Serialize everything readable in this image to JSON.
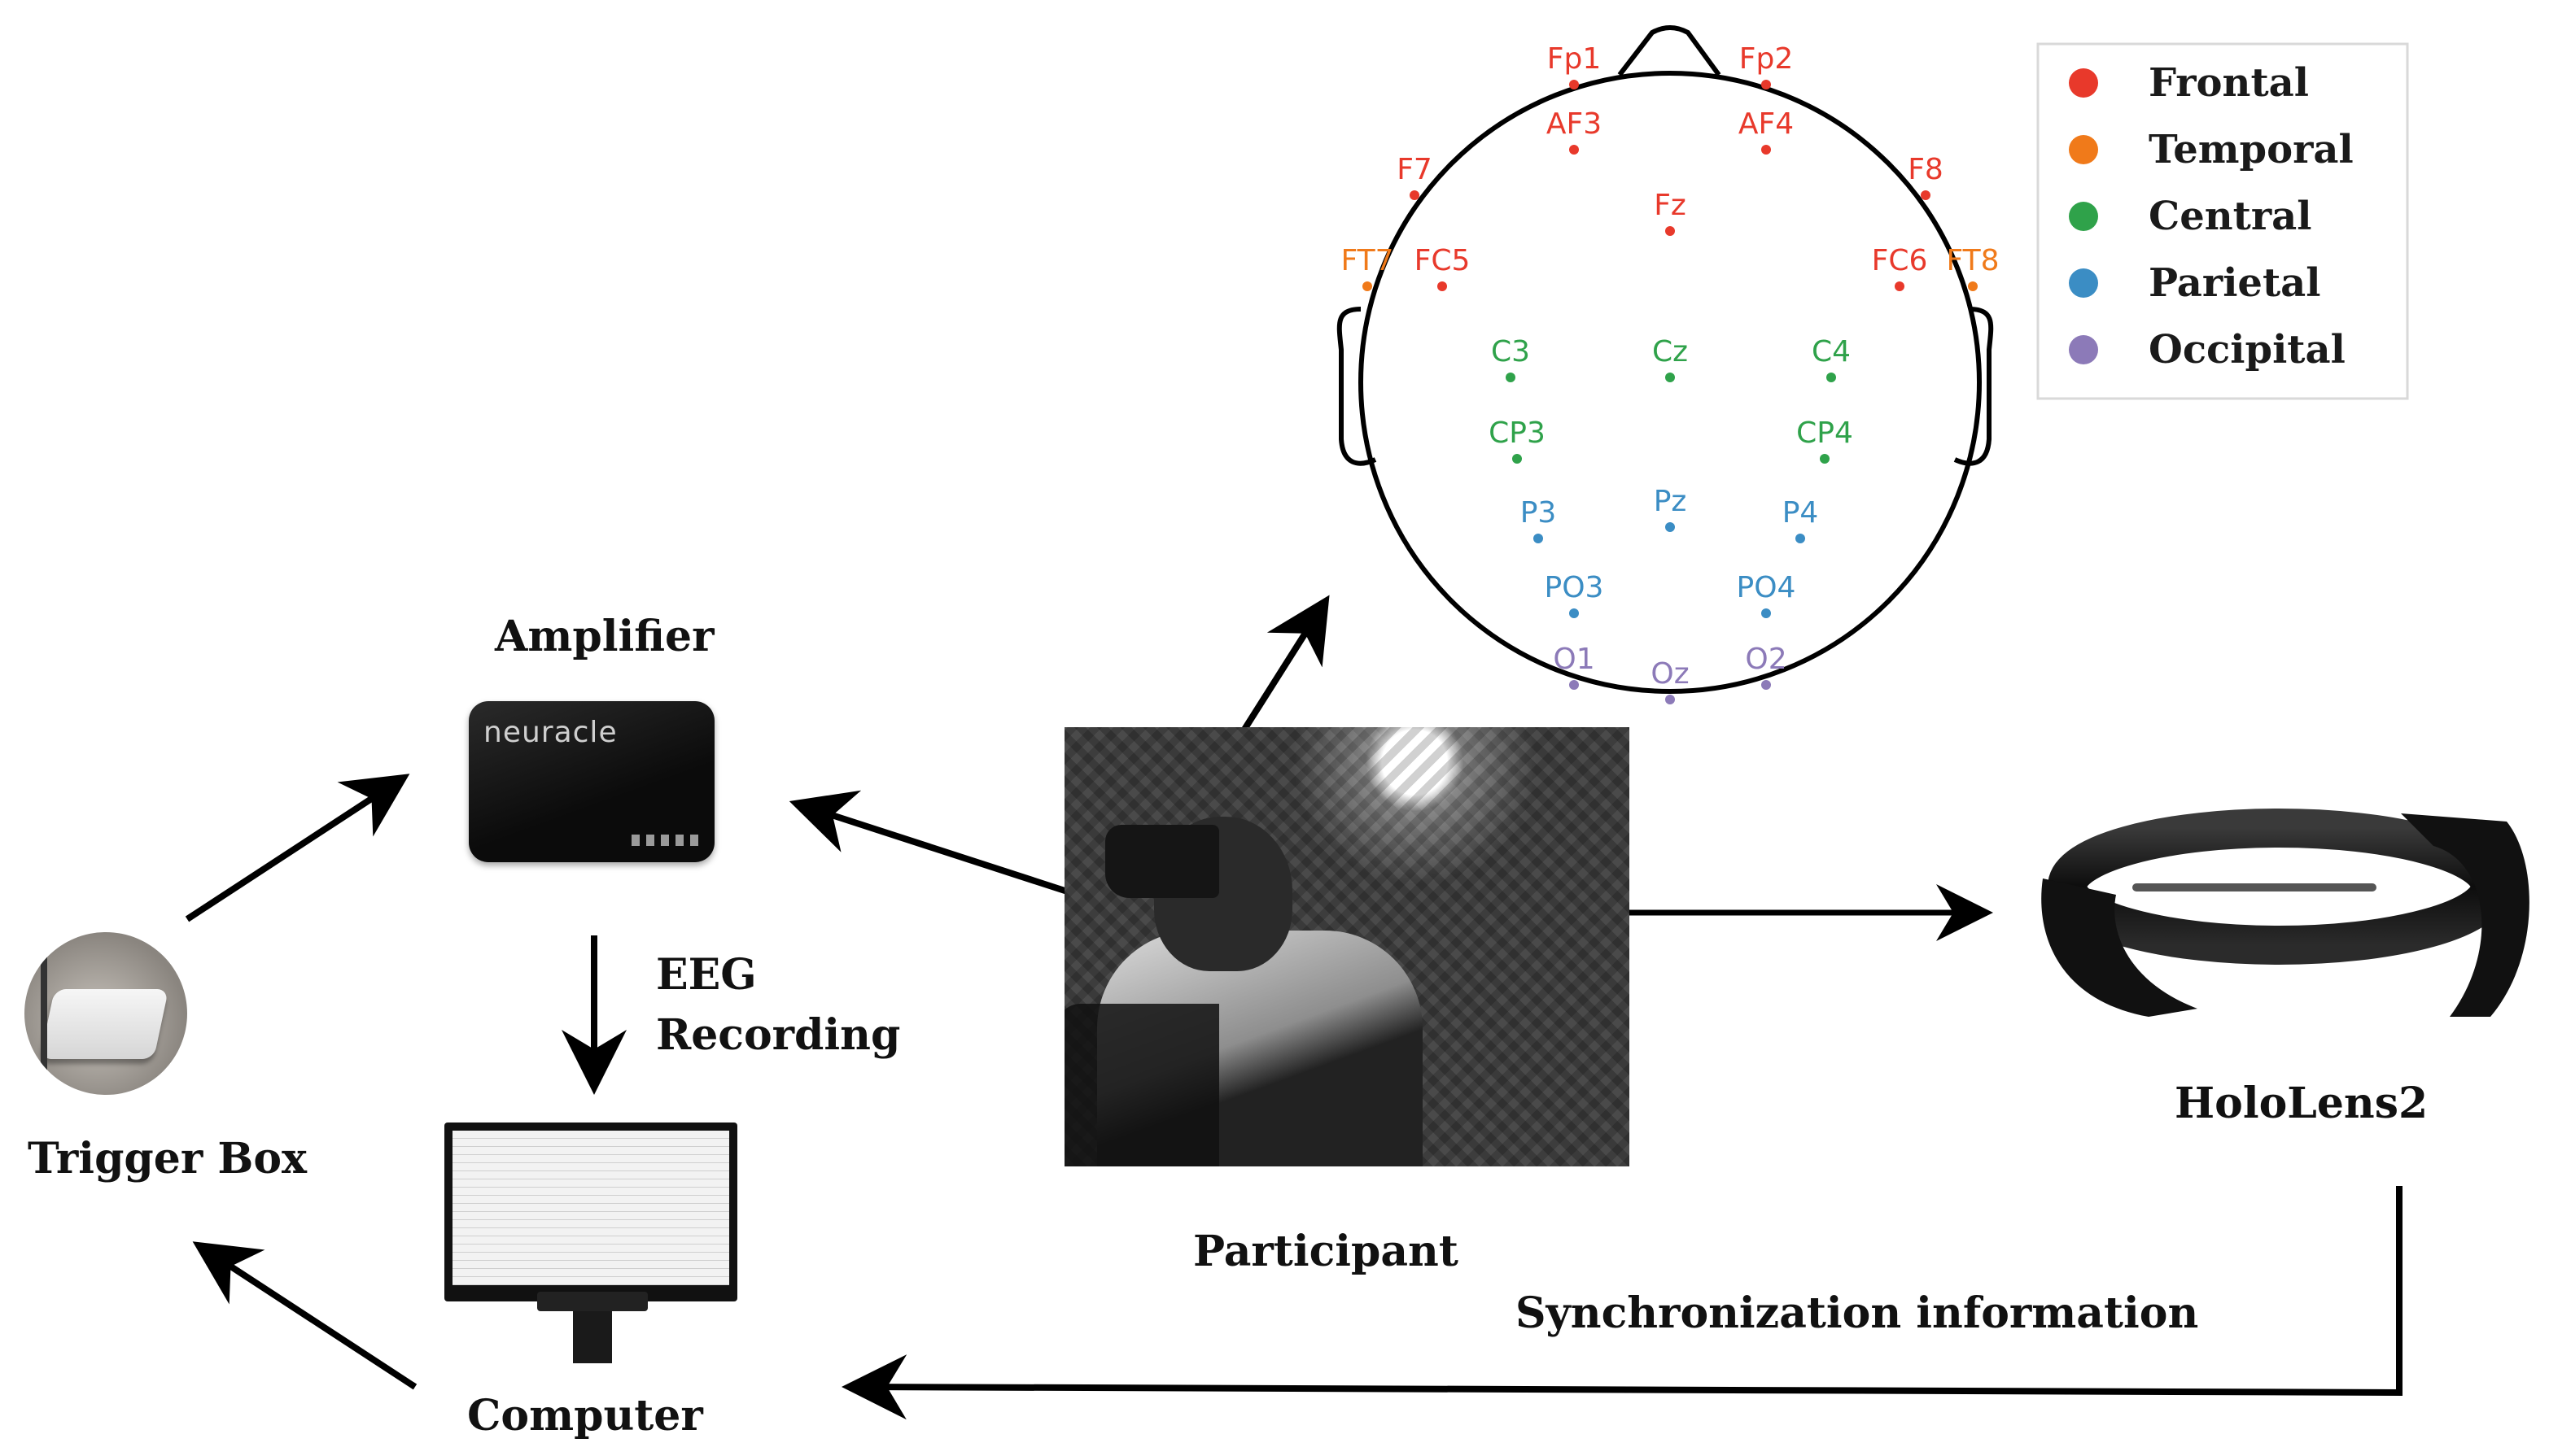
{
  "labels": {
    "amplifier": "Amplifier",
    "amplifier_brand": "neuracle",
    "eeg_recording_line1": "EEG",
    "eeg_recording_line2": "Recording",
    "trigger_box": "Trigger Box",
    "computer": "Computer",
    "participant": "Participant",
    "hololens": "HoloLens2",
    "sync": "Synchronization information"
  },
  "legend": [
    {
      "name": "Frontal",
      "color": "#e8392b"
    },
    {
      "name": "Temporal",
      "color": "#f07a1a"
    },
    {
      "name": "Central",
      "color": "#2fa24a"
    },
    {
      "name": "Parietal",
      "color": "#3b8dc4"
    },
    {
      "name": "Occipital",
      "color": "#8c7ab8"
    }
  ],
  "electrodes": [
    {
      "name": "Fp1",
      "region": "Frontal"
    },
    {
      "name": "Fp2",
      "region": "Frontal"
    },
    {
      "name": "AF3",
      "region": "Frontal"
    },
    {
      "name": "AF4",
      "region": "Frontal"
    },
    {
      "name": "F7",
      "region": "Frontal"
    },
    {
      "name": "F8",
      "region": "Frontal"
    },
    {
      "name": "Fz",
      "region": "Frontal"
    },
    {
      "name": "FT7",
      "region": "Temporal"
    },
    {
      "name": "FC5",
      "region": "Frontal"
    },
    {
      "name": "FC6",
      "region": "Frontal"
    },
    {
      "name": "FT8",
      "region": "Temporal"
    },
    {
      "name": "C3",
      "region": "Central"
    },
    {
      "name": "Cz",
      "region": "Central"
    },
    {
      "name": "C4",
      "region": "Central"
    },
    {
      "name": "CP3",
      "region": "Central"
    },
    {
      "name": "CP4",
      "region": "Central"
    },
    {
      "name": "P3",
      "region": "Parietal"
    },
    {
      "name": "Pz",
      "region": "Parietal"
    },
    {
      "name": "P4",
      "region": "Parietal"
    },
    {
      "name": "PO3",
      "region": "Parietal"
    },
    {
      "name": "PO4",
      "region": "Parietal"
    },
    {
      "name": "O1",
      "region": "Occipital"
    },
    {
      "name": "Oz",
      "region": "Occipital"
    },
    {
      "name": "O2",
      "region": "Occipital"
    }
  ]
}
